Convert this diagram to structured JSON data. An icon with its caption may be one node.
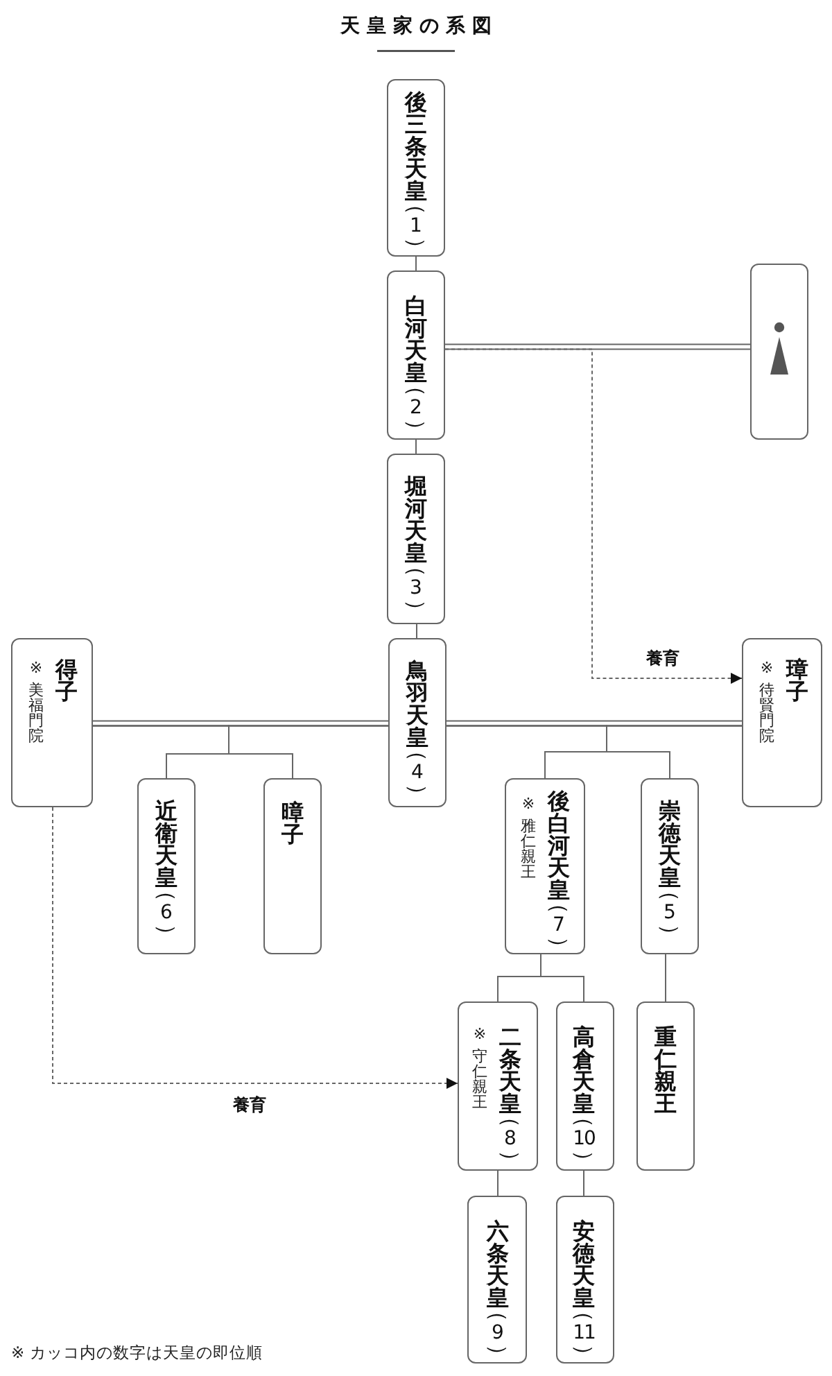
{
  "diagram": {
    "title": "天皇家の系図",
    "nodes": [
      {
        "text": [
          "後三条天皇（1）"
        ]
      },
      {
        "text": [
          "白河天皇（2）"
        ]
      },
      {
        "text": [],
        "shape": "person"
      },
      {
        "text": [
          "堀河天皇（3）"
        ]
      },
      {
        "text": [
          "※ 美福門院",
          "得子"
        ]
      },
      {
        "text": [
          "鳥羽天皇（4）"
        ]
      },
      {
        "text": [
          "※ 待賢門院",
          "璋子"
        ]
      },
      {
        "text": [
          "近衛天皇（6）"
        ]
      },
      {
        "text": [
          "暲子"
        ]
      },
      {
        "text": [
          "※ 雅仁親王",
          "後白河天皇（7）"
        ]
      },
      {
        "text": [
          "崇徳天皇（5）"
        ]
      },
      {
        "text": [
          "※ 守仁親王",
          "二条天皇（8）"
        ]
      },
      {
        "text": [
          "高倉天皇（10）"
        ]
      },
      {
        "text": [
          "重仁親王"
        ]
      },
      {
        "text": [
          "六条天皇（9）"
        ]
      },
      {
        "text": [
          "安徳天皇（11）"
        ]
      }
    ],
    "edges": [
      {
        "from": 0,
        "to": 1,
        "arrow": "none"
      },
      {
        "from": 1,
        "to": 2,
        "arrow": "none"
      },
      {
        "from": 1,
        "to": 3,
        "arrow": "none"
      },
      {
        "from": 3,
        "to": 5,
        "arrow": "none"
      },
      {
        "from": 4,
        "to": 5,
        "arrow": "none"
      },
      {
        "from": 5,
        "to": 6,
        "arrow": "none"
      },
      {
        "from": 4,
        "to": 7,
        "arrow": "none"
      },
      {
        "from": 5,
        "to": 7,
        "arrow": "none"
      },
      {
        "from": 4,
        "to": 8,
        "arrow": "none"
      },
      {
        "from": 5,
        "to": 8,
        "arrow": "none"
      },
      {
        "from": 5,
        "to": 9,
        "arrow": "none"
      },
      {
        "from": 6,
        "to": 9,
        "arrow": "none"
      },
      {
        "from": 5,
        "to": 10,
        "arrow": "none"
      },
      {
        "from": 6,
        "to": 10,
        "arrow": "none"
      },
      {
        "from": 9,
        "to": 11,
        "arrow": "none"
      },
      {
        "from": 9,
        "to": 12,
        "arrow": "none"
      },
      {
        "from": 10,
        "to": 13,
        "arrow": "none"
      },
      {
        "from": 11,
        "to": 14,
        "arrow": "none"
      },
      {
        "from": 12,
        "to": 15,
        "arrow": "none"
      },
      {
        "from": 1,
        "to": 6,
        "arrow": "to",
        "label": "養育",
        "style": "dashed"
      },
      {
        "from": 4,
        "to": 11,
        "arrow": "to",
        "label": "養育",
        "style": "dashed"
      }
    ],
    "labels": [
      "※ カッコ内の数字は天皇の即位順"
    ]
  }
}
